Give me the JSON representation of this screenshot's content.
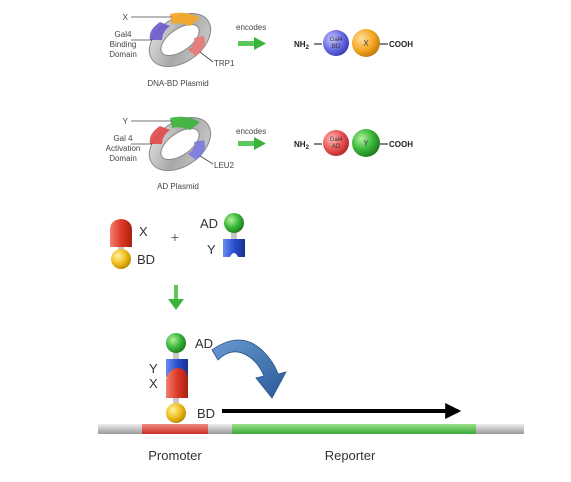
{
  "plasmid1": {
    "insert_label": "X",
    "domain_line1": "Gal4",
    "domain_line2": "Binding",
    "domain_line3": "Domain",
    "marker_label": "TRP1",
    "name": "DNA-BD Plasmid",
    "arrow_label": "encodes",
    "n_term": "NH",
    "n_term_sub": "2",
    "protein_domain_line1": "Gal4",
    "protein_domain_line2": "BD",
    "protein_insert": "X",
    "c_term": "COOH",
    "colors": {
      "domain": "#6a5acd",
      "insert": "#f5a623",
      "marker": "#e87878"
    }
  },
  "plasmid2": {
    "insert_label": "Y",
    "domain_line1": "Gal 4",
    "domain_line2": "Activation",
    "domain_line3": "Domain",
    "marker_label": "LEU2",
    "name": "AD Plasmid",
    "arrow_label": "encodes",
    "n_term": "NH",
    "n_term_sub": "2",
    "protein_domain_line1": "Gal4",
    "protein_domain_line2": "AD",
    "protein_insert": "Y",
    "c_term": "COOH",
    "colors": {
      "domain": "#e04848",
      "insert": "#3cb43c",
      "marker": "#7a7ae0"
    }
  },
  "proteins": {
    "x_label": "X",
    "bd_label": "BD",
    "plus": "+",
    "ad_label": "AD",
    "y_label": "Y"
  },
  "complex": {
    "ad_label": "AD",
    "y_label": "Y",
    "x_label": "X",
    "bd_label": "BD"
  },
  "dna": {
    "promoter_label": "Promoter",
    "reporter_label": "Reporter",
    "colors": {
      "promoter": "#e04848",
      "reporter": "#55c355",
      "backbone": "#c8c8c8"
    }
  }
}
